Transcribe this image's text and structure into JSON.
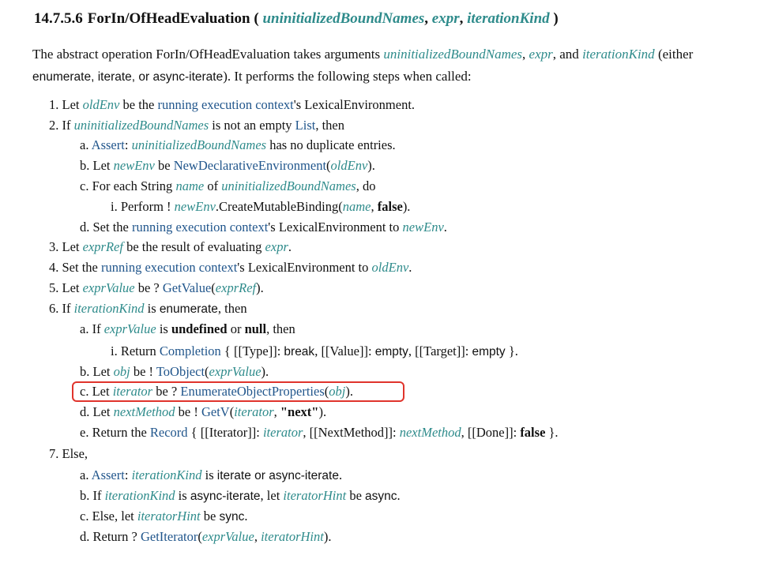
{
  "heading": {
    "number": "14.7.5.6",
    "name": "ForIn/OfHeadEvaluation",
    "open": "(",
    "param1": "uninitializedBoundNames",
    "comma1": ",",
    "param2": "expr",
    "comma2": ",",
    "param3": "iterationKind",
    "close": ")"
  },
  "intro": {
    "t1": "The abstract operation ForIn/OfHeadEvaluation takes arguments ",
    "p1": "uninitializedBoundNames",
    "t2": ", ",
    "p2": "expr",
    "t3": ", and ",
    "p3": "iterationKind",
    "t4": " (either ",
    "t5": "enumerate, iterate, or async-iterate",
    "t6": "). It performs the following steps when called:"
  },
  "steps": {
    "s1": {
      "a": "1. Let ",
      "v1": "oldEnv",
      "b": " be the ",
      "l1": "running execution context",
      "c": "'s LexicalEnvironment."
    },
    "s2": {
      "a": "2. If ",
      "v1": "uninitializedBoundNames",
      "b": " is not an empty ",
      "l1": "List",
      "c": ", then"
    },
    "s2a": {
      "a": "a. ",
      "l1": "Assert",
      "b": ": ",
      "v1": "uninitializedBoundNames",
      "c": " has no duplicate entries."
    },
    "s2b": {
      "a": "b. Let ",
      "v1": "newEnv",
      "b": " be ",
      "l1": "NewDeclarativeEnvironment",
      "c": "(",
      "v2": "oldEnv",
      "d": ")."
    },
    "s2c": {
      "a": "c. For each String ",
      "v1": "name",
      "b": " of ",
      "v2": "uninitializedBoundNames",
      "c": ", do"
    },
    "s2ci": {
      "a": "i. Perform ! ",
      "v1": "newEnv",
      "b": ".CreateMutableBinding(",
      "v2": "name",
      "c": ", ",
      "bold1": "false",
      "d": ")."
    },
    "s2d": {
      "a": "d. Set the ",
      "l1": "running execution context",
      "b": "'s LexicalEnvironment to ",
      "v1": "newEnv",
      "c": "."
    },
    "s3": {
      "a": "3. Let ",
      "v1": "exprRef",
      "b": " be the result of evaluating ",
      "v2": "expr",
      "c": "."
    },
    "s4": {
      "a": "4. Set the ",
      "l1": "running execution context",
      "b": "'s LexicalEnvironment to ",
      "v1": "oldEnv",
      "c": "."
    },
    "s5": {
      "a": "5. Let ",
      "v1": "exprValue",
      "b": " be ? ",
      "l1": "GetValue",
      "c": "(",
      "v2": "exprRef",
      "d": ")."
    },
    "s6": {
      "a": "6. If ",
      "v1": "iterationKind",
      "b": " is ",
      "s1": "enumerate",
      "c": ", then"
    },
    "s6a": {
      "a": "a. If ",
      "v1": "exprValue",
      "b": " is ",
      "bold1": "undefined",
      "c": " or ",
      "bold2": "null",
      "d": ", then"
    },
    "s6ai": {
      "a": "i. Return ",
      "l1": "Completion",
      "b": " { [[Type]]: ",
      "s1": "break",
      "c": ", [[Value]]: ",
      "s2": "empty",
      "d": ", [[Target]]: ",
      "s3": "empty",
      "e": " }."
    },
    "s6b": {
      "a": "b. Let ",
      "v1": "obj",
      "b": " be ! ",
      "l1": "ToObject",
      "c": "(",
      "v2": "exprValue",
      "d": ")."
    },
    "s6c": {
      "a": "c. Let ",
      "v1": "iterator",
      "b": " be ? ",
      "l1": "EnumerateObjectProperties",
      "c": "(",
      "v2": "obj",
      "d": ")."
    },
    "s6d": {
      "a": "d. Let ",
      "v1": "nextMethod",
      "b": " be ! ",
      "l1": "GetV",
      "c": "(",
      "v2": "iterator",
      "d": ", ",
      "bold1": "\"next\"",
      "e": ")."
    },
    "s6e": {
      "a": "e. Return the ",
      "l1": "Record",
      "b": " { [[Iterator]]: ",
      "v1": "iterator",
      "c": ", [[NextMethod]]: ",
      "v2": "nextMethod",
      "d": ", [[Done]]: ",
      "bold1": "false",
      "e": " }."
    },
    "s7": {
      "a": "7. Else,"
    },
    "s7a": {
      "a": "a. ",
      "l1": "Assert",
      "b": ": ",
      "v1": "iterationKind",
      "c": " is ",
      "s1": "iterate or async-iterate",
      "d": "."
    },
    "s7b": {
      "a": "b. If ",
      "v1": "iterationKind",
      "b": " is ",
      "s1": "async-iterate",
      "c": ", let ",
      "v2": "iteratorHint",
      "d": " be ",
      "s2": "async",
      "e": "."
    },
    "s7c": {
      "a": "c. Else, let ",
      "v1": "iteratorHint",
      "b": " be ",
      "s1": "sync",
      "c": "."
    },
    "s7d": {
      "a": "d. Return ? ",
      "l1": "GetIterator",
      "b": "(",
      "v1": "exprValue",
      "c": ", ",
      "v2": "iteratorHint",
      "d": ")."
    }
  },
  "colors": {
    "variable": "#2e8b8b",
    "link": "#21568c",
    "highlight": "#e0342c"
  }
}
